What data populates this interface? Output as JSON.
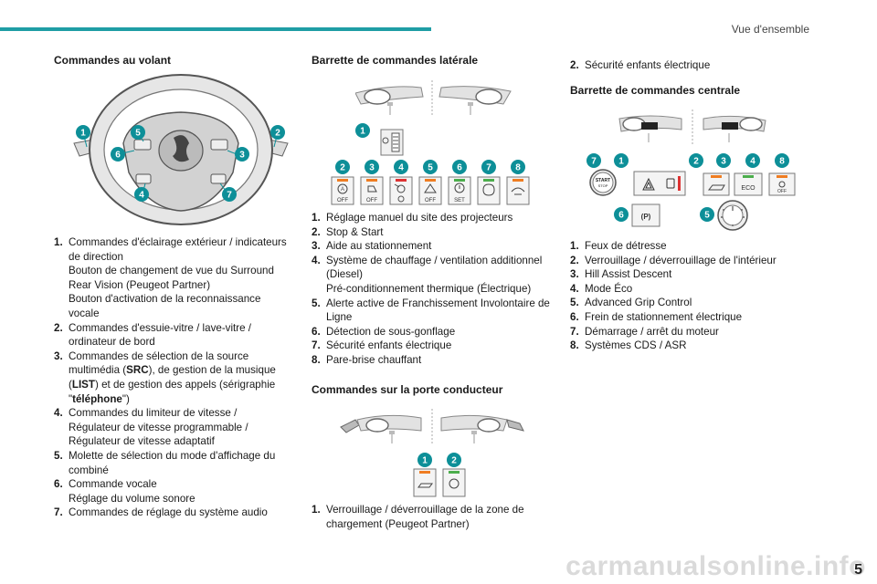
{
  "header": {
    "section": "Vue d'ensemble",
    "accent_color": "#1f9ea5"
  },
  "col1": {
    "title": "Commandes au volant",
    "badges": [
      "1",
      "5",
      "2",
      "6",
      "3",
      "4",
      "7"
    ],
    "items": [
      {
        "num": "1.",
        "lines": [
          "Commandes d'éclairage extérieur / indicateurs de direction",
          "Bouton de changement de vue du Surround Rear Vision (Peugeot Partner)",
          "Bouton d'activation de la reconnaissance vocale"
        ]
      },
      {
        "num": "2.",
        "lines": [
          "Commandes d'essuie-vitre / lave-vitre / ordinateur de bord"
        ]
      },
      {
        "num": "3.",
        "pre": "Commandes de sélection de la source multimédia (",
        "b1": "SRC",
        "mid": "), de gestion de la musique (",
        "b2": "LIST",
        "mid2": ") et de gestion des appels (sérigraphie \"",
        "b3": "téléphone",
        "post": "\")"
      },
      {
        "num": "4.",
        "lines": [
          "Commandes du limiteur de vitesse / Régulateur de vitesse programmable / Régulateur de vitesse adaptatif"
        ]
      },
      {
        "num": "5.",
        "lines": [
          "Molette de sélection du mode d'affichage du combiné"
        ]
      },
      {
        "num": "6.",
        "lines": [
          "Commande vocale",
          "Réglage du volume sonore"
        ]
      },
      {
        "num": "7.",
        "lines": [
          "Commandes de réglage du système audio"
        ]
      }
    ]
  },
  "col2": {
    "title1": "Barrette de commandes latérale",
    "badges_top": [
      "1"
    ],
    "badges_row": [
      "2",
      "3",
      "4",
      "5",
      "6",
      "7",
      "8"
    ],
    "button_labels": [
      "OFF",
      "OFF",
      "",
      "OFF",
      "SET",
      "",
      ""
    ],
    "items1": [
      {
        "num": "1.",
        "lines": [
          "Réglage manuel du site des projecteurs"
        ]
      },
      {
        "num": "2.",
        "lines": [
          "Stop & Start"
        ]
      },
      {
        "num": "3.",
        "lines": [
          "Aide au stationnement"
        ]
      },
      {
        "num": "4.",
        "lines": [
          "Système de chauffage / ventilation additionnel (Diesel)",
          "Pré-conditionnement thermique (Électrique)"
        ]
      },
      {
        "num": "5.",
        "lines": [
          "Alerte active de Franchissement Involontaire de Ligne"
        ]
      },
      {
        "num": "6.",
        "lines": [
          "Détection de sous-gonflage"
        ]
      },
      {
        "num": "7.",
        "lines": [
          "Sécurité enfants électrique"
        ]
      },
      {
        "num": "8.",
        "lines": [
          "Pare-brise chauffant"
        ]
      }
    ],
    "title2": "Commandes sur la porte conducteur",
    "badges_door": [
      "1",
      "2"
    ],
    "items2": [
      {
        "num": "1.",
        "lines": [
          "Verrouillage / déverrouillage de la zone de chargement (Peugeot Partner)"
        ]
      }
    ]
  },
  "col3": {
    "top_item": {
      "num": "2.",
      "lines": [
        "Sécurité enfants électrique"
      ]
    },
    "title": "Barrette de commandes centrale",
    "badges_row1": [
      "7",
      "1",
      "2",
      "3",
      "4",
      "8"
    ],
    "badges_row2": [
      "6",
      "5"
    ],
    "start_label": "START",
    "stop_label": "STOP",
    "eco_label": "ECO",
    "park_label": "(P)",
    "off_label": "OFF",
    "items": [
      {
        "num": "1.",
        "lines": [
          "Feux de détresse"
        ]
      },
      {
        "num": "2.",
        "lines": [
          "Verrouillage / déverrouillage de l'intérieur"
        ]
      },
      {
        "num": "3.",
        "lines": [
          "Hill Assist Descent"
        ]
      },
      {
        "num": "4.",
        "lines": [
          "Mode Éco"
        ]
      },
      {
        "num": "5.",
        "lines": [
          "Advanced Grip Control"
        ]
      },
      {
        "num": "6.",
        "lines": [
          "Frein de stationnement électrique"
        ]
      },
      {
        "num": "7.",
        "lines": [
          "Démarrage / arrêt du moteur"
        ]
      },
      {
        "num": "8.",
        "lines": [
          "Systèmes CDS / ASR"
        ]
      }
    ]
  },
  "footer": {
    "page_number": "5",
    "watermark": "carmanualsonline.info"
  }
}
